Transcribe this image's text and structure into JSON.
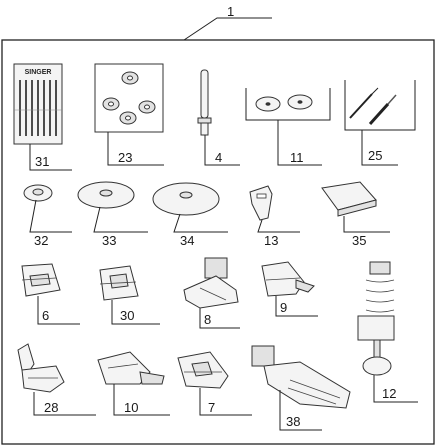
{
  "kit_label": "1",
  "needle_pack_brand": "SINGER",
  "parts": [
    {
      "id": "needle-pack",
      "number": "31"
    },
    {
      "id": "bobbins",
      "number": "23"
    },
    {
      "id": "spool-pin",
      "number": "4"
    },
    {
      "id": "felt-washers",
      "number": "11"
    },
    {
      "id": "seam-ripper-brush",
      "number": "25"
    },
    {
      "id": "spool-cap-small",
      "number": "32"
    },
    {
      "id": "spool-cap-medium",
      "number": "33"
    },
    {
      "id": "spool-cap-large",
      "number": "34"
    },
    {
      "id": "screwdriver",
      "number": "13"
    },
    {
      "id": "edge-guide",
      "number": "35"
    },
    {
      "id": "zipper-foot",
      "number": "6"
    },
    {
      "id": "satin-foot",
      "number": "30"
    },
    {
      "id": "buttonhole-foot-small",
      "number": "8"
    },
    {
      "id": "hemmer-foot",
      "number": "9"
    },
    {
      "id": "darning-foot",
      "number": "12"
    },
    {
      "id": "button-foot",
      "number": "28"
    },
    {
      "id": "rolled-hem-foot",
      "number": "10"
    },
    {
      "id": "overcast-foot",
      "number": "7"
    },
    {
      "id": "buttonhole-foot",
      "number": "38"
    }
  ]
}
